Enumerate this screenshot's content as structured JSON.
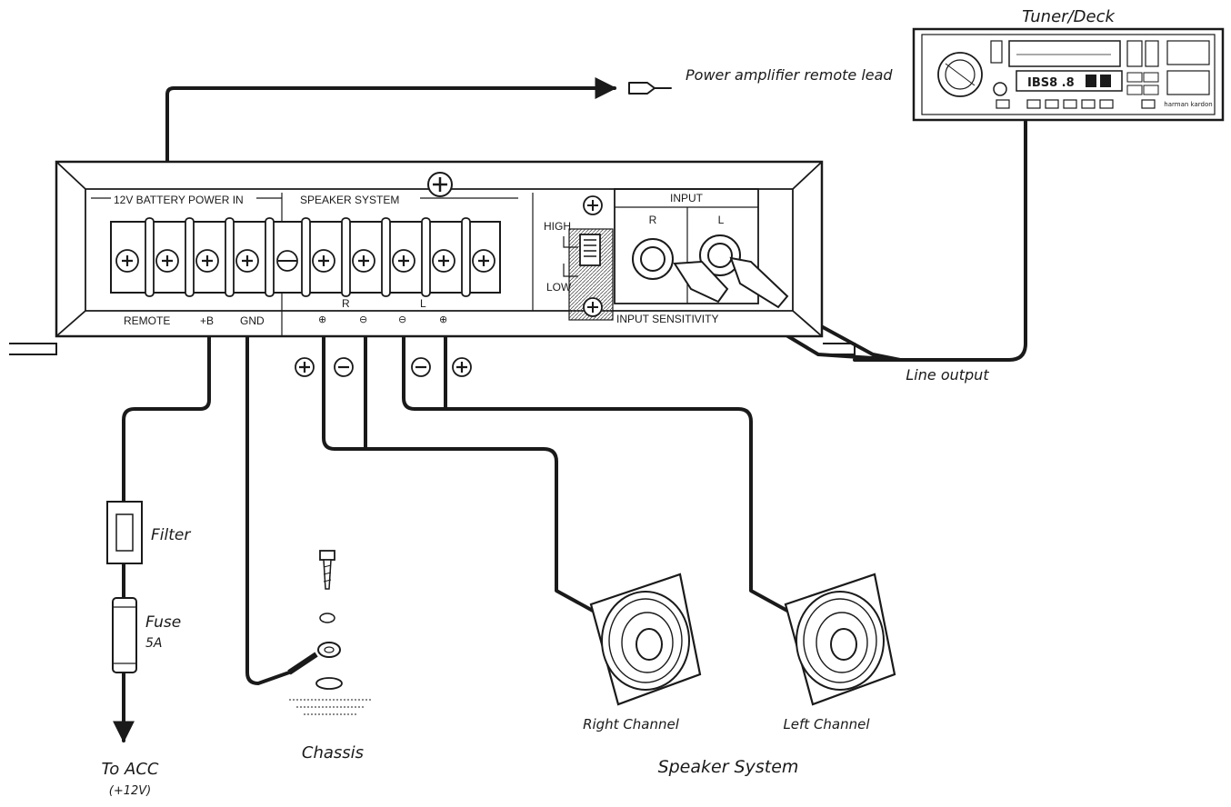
{
  "tuner": {
    "title": "Tuner/Deck",
    "brand": "harman kardon",
    "display": "IBS8 .8"
  },
  "remote_lead_label": "Power amplifier remote lead",
  "amplifier": {
    "power_section": "12V BATTERY POWER IN",
    "speaker_section": "SPEAKER SYSTEM",
    "input_section": "INPUT",
    "terminal_remote": "REMOTE",
    "terminal_b": "+B",
    "terminal_gnd": "GND",
    "channel_r": "R",
    "channel_l": "L",
    "input_r": "R",
    "input_l": "L",
    "sens_high": "HIGH",
    "sens_low": "LOW",
    "sens_label": "INPUT SENSITIVITY",
    "plus_symbol": "⊕",
    "minus_symbol": "⊖"
  },
  "line_output_label": "Line output",
  "filter_label": "Filter",
  "fuse_label": "Fuse",
  "fuse_rating": "5A",
  "acc_label": "To ACC",
  "acc_voltage": "(+12V)",
  "chassis_label": "Chassis",
  "right_channel_label": "Right Channel",
  "left_channel_label": "Left Channel",
  "speaker_system_label": "Speaker System"
}
